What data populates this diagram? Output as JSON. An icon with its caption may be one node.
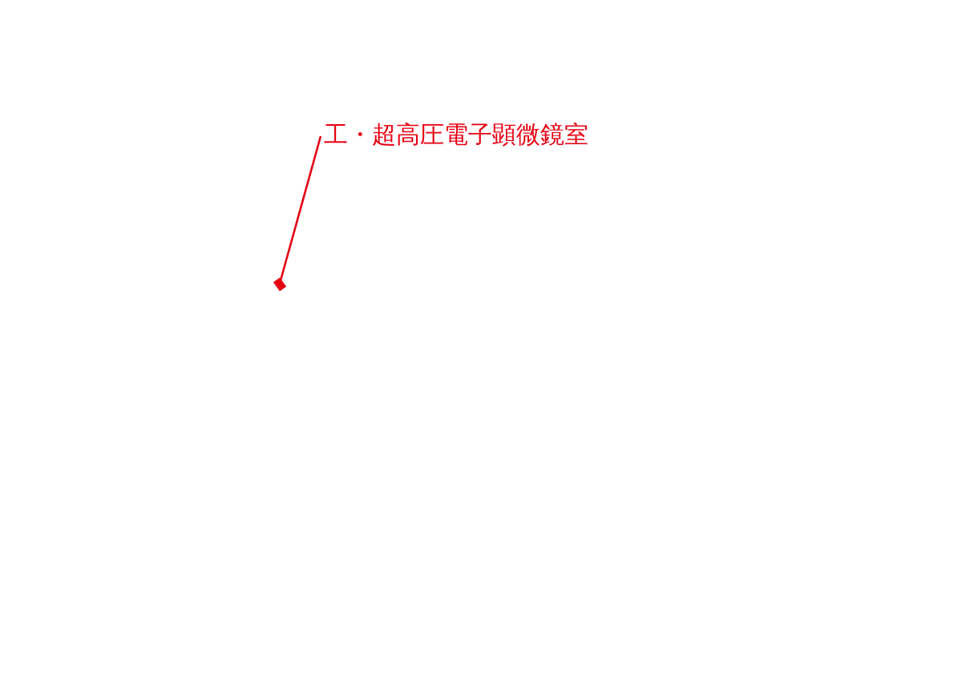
{
  "diagram": {
    "nodes": [
      {
        "text": [
          "工・超高圧電子顕微鏡室"
        ]
      },
      {
        "text": [],
        "shape": "box"
      }
    ],
    "edges": [
      {
        "from": 0,
        "to": 1,
        "arrow": "none"
      }
    ]
  }
}
